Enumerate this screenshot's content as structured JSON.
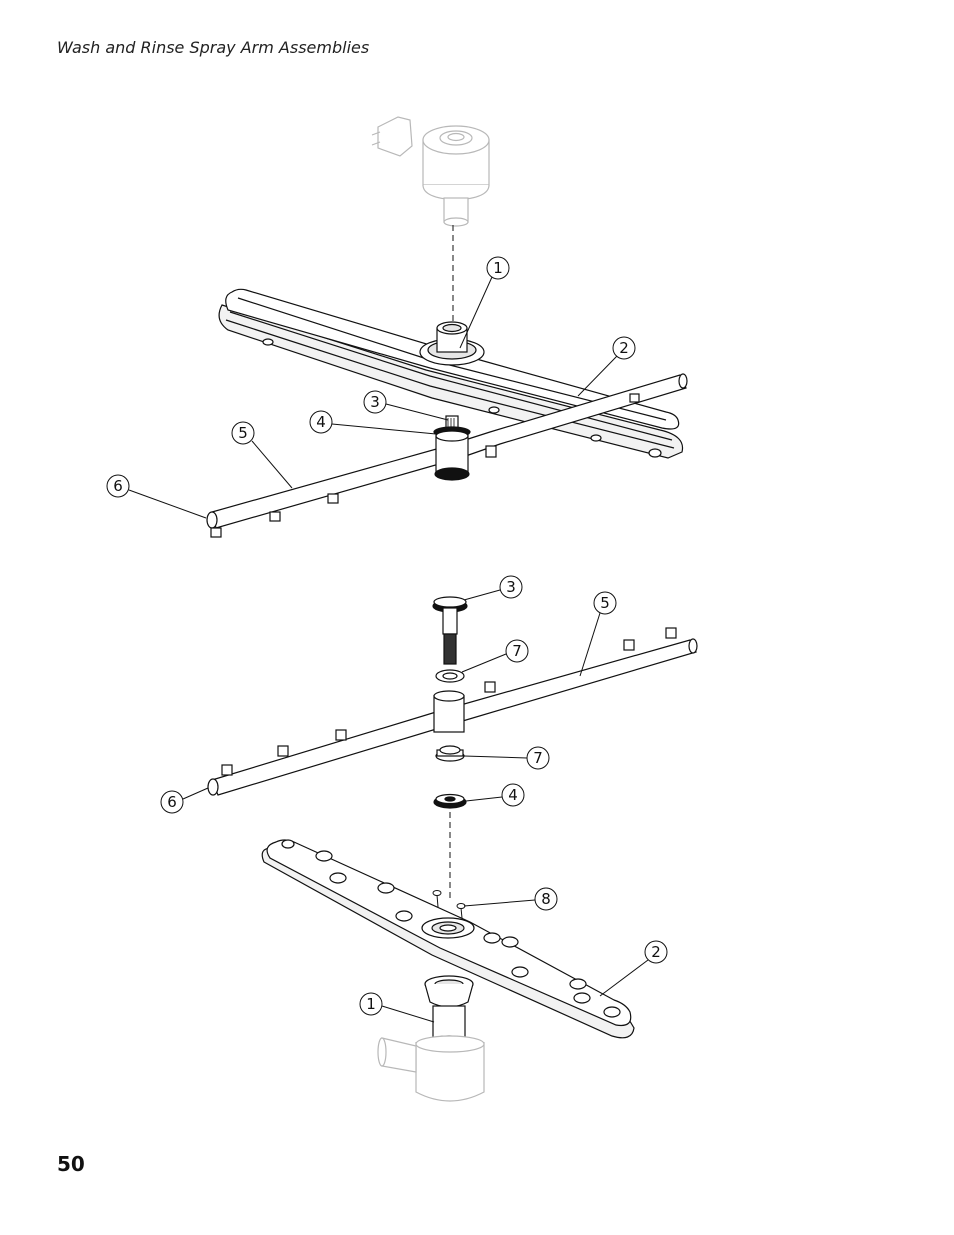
{
  "page": {
    "title": "Wash and Rinse Spray Arm Assemblies",
    "number": "50"
  },
  "upper_assembly": {
    "callouts": [
      "1",
      "2",
      "3",
      "4",
      "5",
      "6"
    ]
  },
  "lower_assembly": {
    "callouts": [
      "3",
      "5",
      "7",
      "7",
      "4",
      "6",
      "8",
      "2",
      "1"
    ]
  },
  "colors": {
    "line": "#1a1a1a",
    "ghost": "#b8b8b8",
    "fill": "#ffffff",
    "shade": "#e6e6e6",
    "dark": "#111111"
  }
}
